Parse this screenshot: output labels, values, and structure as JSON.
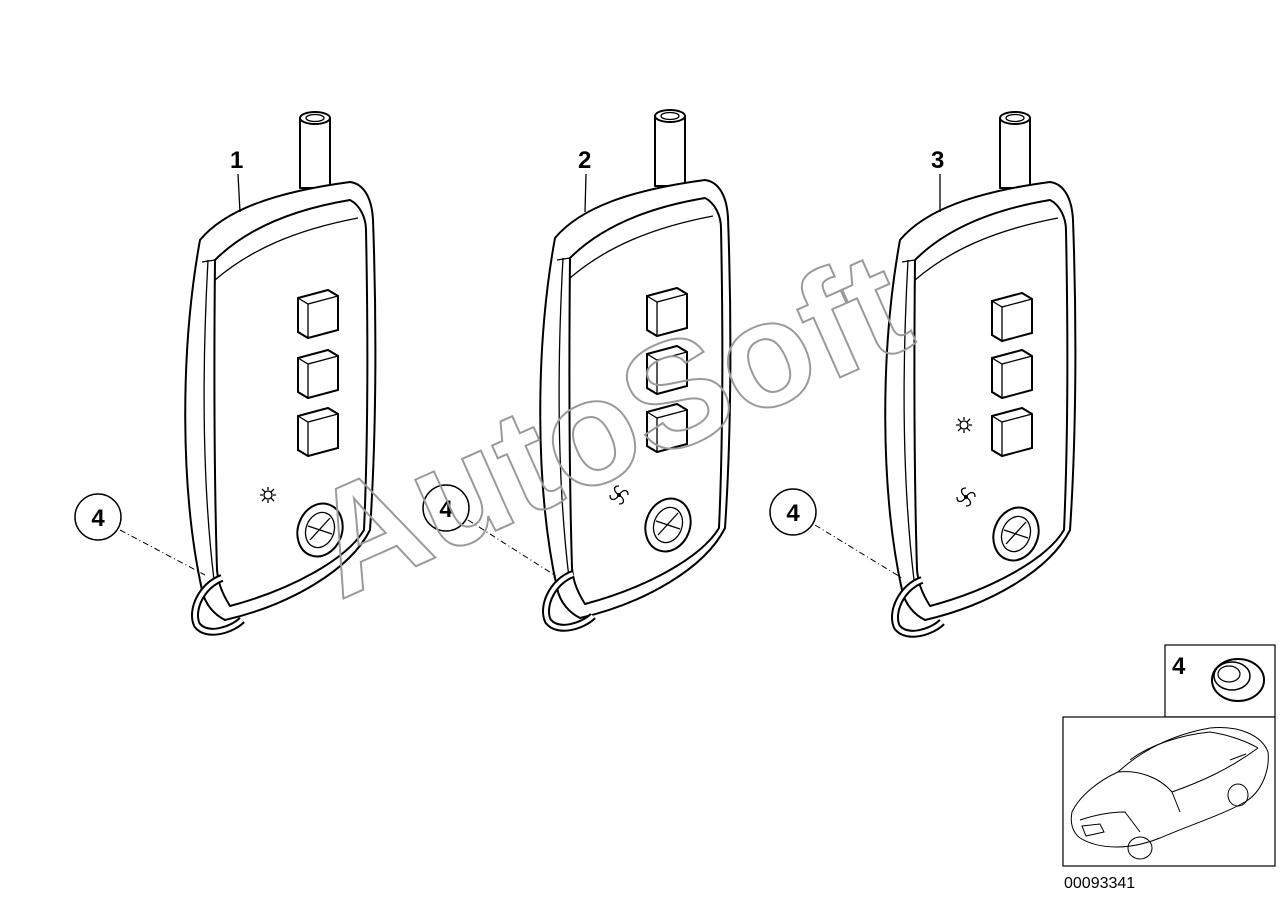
{
  "diagram": {
    "remotes": [
      {
        "label": "1",
        "symbols": [
          "heater-icon"
        ]
      },
      {
        "label": "2",
        "symbols": [
          "fan-icon"
        ]
      },
      {
        "label": "3",
        "symbols": [
          "heater-icon",
          "fan-icon"
        ]
      }
    ],
    "callouts": [
      "4",
      "4",
      "4"
    ],
    "inset_part": {
      "label": "4"
    },
    "watermark": "AutoSoft",
    "doc_number": "00093341"
  }
}
